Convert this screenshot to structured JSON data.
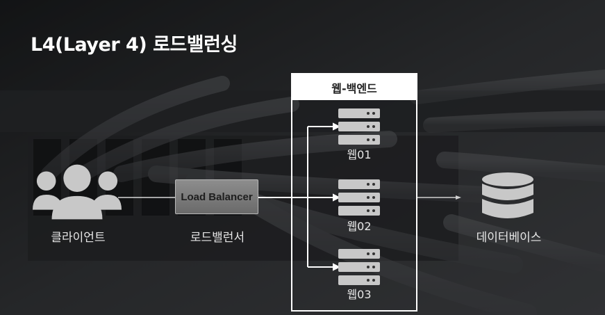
{
  "title": "L4(Layer 4) 로드밸런싱",
  "client": {
    "label": "클라이언트",
    "icon": "users-icon"
  },
  "load_balancer": {
    "box_text": "Load Balancer",
    "label": "로드밸런서"
  },
  "backend": {
    "header": "웹-백엔드",
    "servers": [
      {
        "label": "웹01"
      },
      {
        "label": "웹02"
      },
      {
        "label": "웹03"
      }
    ]
  },
  "database": {
    "label": "데이터베이스",
    "icon": "database-icon"
  },
  "colors": {
    "icon": "#c8c8c8",
    "frame": "#ffffff",
    "line": "#ffffff",
    "background": "#2a2c2e"
  }
}
